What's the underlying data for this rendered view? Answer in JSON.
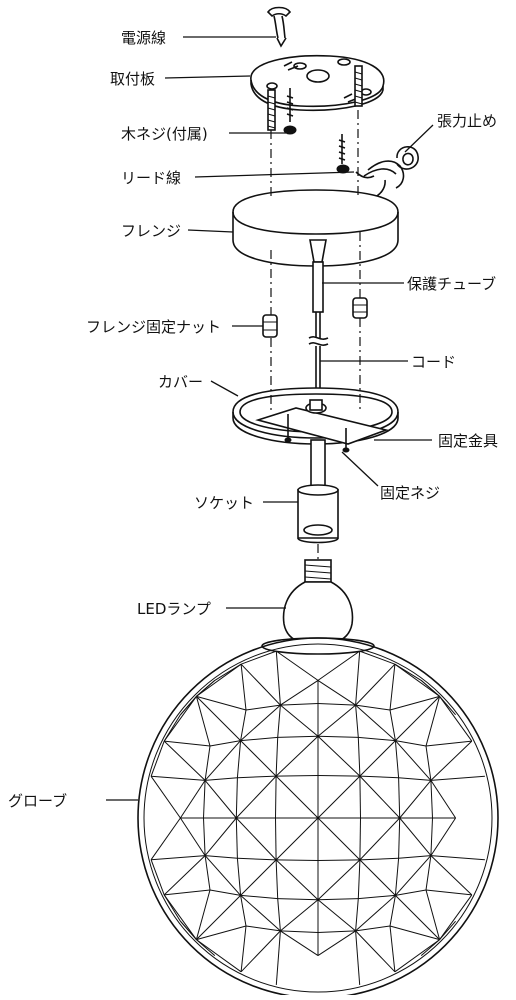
{
  "labels": {
    "power_cord": "電源線",
    "mounting_plate": "取付板",
    "wood_screw": "木ネジ(付属)",
    "lead_wire": "リード線",
    "tension_stop": "張力止め",
    "flange": "フレンジ",
    "protective_tube": "保護チューブ",
    "flange_nut": "フレンジ固定ナット",
    "cord": "コード",
    "cover": "カバー",
    "fixing_bracket": "固定金具",
    "fixing_screw": "固定ネジ",
    "socket": "ソケット",
    "led_lamp": "LEDランプ",
    "globe": "グローブ"
  },
  "colors": {
    "line": "#111111",
    "background": "#ffffff"
  }
}
